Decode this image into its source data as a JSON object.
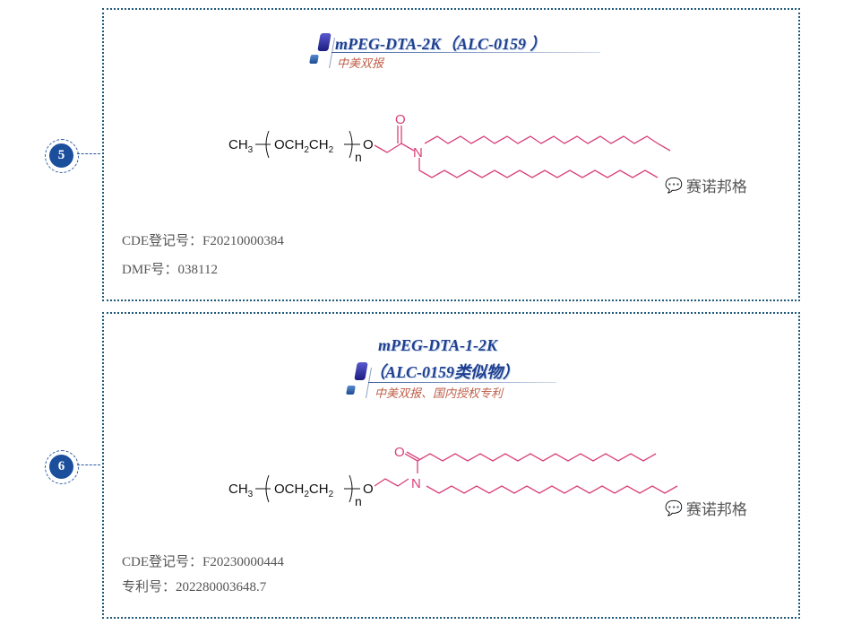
{
  "entries": [
    {
      "number": "5",
      "title_line1": "mPEG-DTA-2K（ALC-0159 ）",
      "subtitle": "中美双报",
      "structure": {
        "ch3": "CH3",
        "repeat_unit": "OCH2CH2",
        "repeat_subscript": "n",
        "oxygen": "O",
        "carbonyl_oxygen": "O",
        "nitrogen": "N"
      },
      "watermark": "赛诺邦格",
      "info": [
        {
          "label": "CDE登记号：",
          "value": "F20210000384"
        },
        {
          "label": "DMF号：",
          "value": "038112"
        }
      ]
    },
    {
      "number": "6",
      "title_line1": "mPEG-DTA-1-2K",
      "title_line2": "（ALC-0159类似物）",
      "subtitle": "中美双报、国内授权专利",
      "structure": {
        "ch3": "CH3",
        "repeat_unit": "OCH2CH2",
        "repeat_subscript": "n",
        "oxygen": "O",
        "carbonyl_oxygen": "O",
        "nitrogen": "N"
      },
      "watermark": "赛诺邦格",
      "info": [
        {
          "label": "CDE登记号：",
          "value": "F20230000444"
        },
        {
          "label": "专利号：",
          "value": "202280003648.7"
        }
      ]
    }
  ],
  "colors": {
    "border": "#1f5a7a",
    "badge": "#1b4f9c",
    "title": "#1f3f8f",
    "subtitle": "#c0604a",
    "lipid": "#d9407a"
  }
}
